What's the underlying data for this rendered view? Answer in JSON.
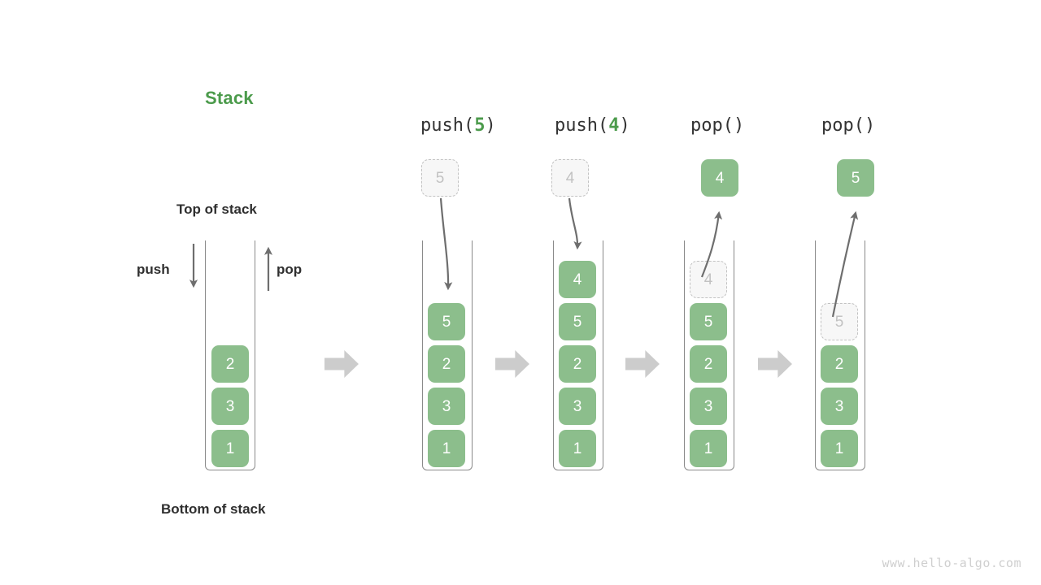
{
  "title": "Stack",
  "labels": {
    "top_of_stack": "Top of stack",
    "bottom_of_stack": "Bottom of stack",
    "push": "push",
    "pop": "pop"
  },
  "watermark": "www.hello-algo.com",
  "colors": {
    "accent_green": "#4C9B4C",
    "cell_green": "#8CBE8C",
    "ghost_fill": "#F7F7F7",
    "ghost_border": "#C2C2C2",
    "ghost_text": "#C2C2C2",
    "arrow_grey": "#CCCCCC",
    "thin_arrow": "#6E6E6E",
    "container_stroke": "#8A8A8A",
    "label_dark": "#2F2F2F"
  },
  "icons": {
    "push_arrow": "arrow-down-icon",
    "pop_arrow": "arrow-up-icon",
    "stage_connector": "arrow-right-block-icon"
  },
  "stages": [
    {
      "id": "initial",
      "header": null,
      "header_fn": null,
      "header_arg": null,
      "floating": null,
      "cells": [
        {
          "value": "2",
          "style": "solid"
        },
        {
          "value": "3",
          "style": "solid"
        },
        {
          "value": "1",
          "style": "solid"
        }
      ]
    },
    {
      "id": "push-5",
      "header": "push(5)",
      "header_fn_open": "push(",
      "header_arg": "5",
      "header_fn_close": ")",
      "floating": {
        "value": "5",
        "style": "ghost",
        "position": "above"
      },
      "cells": [
        {
          "value": "5",
          "style": "solid"
        },
        {
          "value": "2",
          "style": "solid"
        },
        {
          "value": "3",
          "style": "solid"
        },
        {
          "value": "1",
          "style": "solid"
        }
      ]
    },
    {
      "id": "push-4",
      "header": "push(4)",
      "header_fn_open": "push(",
      "header_arg": "4",
      "header_fn_close": ")",
      "floating": {
        "value": "4",
        "style": "ghost",
        "position": "above"
      },
      "cells": [
        {
          "value": "4",
          "style": "solid"
        },
        {
          "value": "5",
          "style": "solid"
        },
        {
          "value": "2",
          "style": "solid"
        },
        {
          "value": "3",
          "style": "solid"
        },
        {
          "value": "1",
          "style": "solid"
        }
      ]
    },
    {
      "id": "pop-1",
      "header": "pop()",
      "header_fn_open": "pop(",
      "header_arg": "",
      "header_fn_close": ")",
      "floating": {
        "value": "4",
        "style": "solid",
        "position": "above"
      },
      "cells": [
        {
          "value": "4",
          "style": "ghost"
        },
        {
          "value": "5",
          "style": "solid"
        },
        {
          "value": "2",
          "style": "solid"
        },
        {
          "value": "3",
          "style": "solid"
        },
        {
          "value": "1",
          "style": "solid"
        }
      ]
    },
    {
      "id": "pop-2",
      "header": "pop()",
      "header_fn_open": "pop(",
      "header_arg": "",
      "header_fn_close": ")",
      "floating": {
        "value": "5",
        "style": "solid",
        "position": "above"
      },
      "cells": [
        {
          "value": "5",
          "style": "ghost"
        },
        {
          "value": "2",
          "style": "solid"
        },
        {
          "value": "3",
          "style": "solid"
        },
        {
          "value": "1",
          "style": "solid"
        }
      ]
    }
  ]
}
